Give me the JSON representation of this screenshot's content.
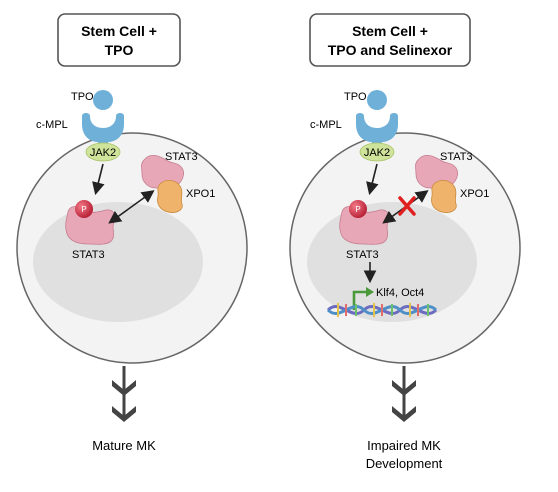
{
  "panels": {
    "left": {
      "header": [
        "Stem Cell +",
        "TPO"
      ],
      "tpo_label": "TPO",
      "receptor_label": "c-MPL",
      "jak2_label": "JAK2",
      "phospho_label": "P",
      "stat3_nucleus_label": "STAT3",
      "stat3_cyto_label": "STAT3",
      "xpo1_label": "XPO1",
      "outcome": [
        "Mature MK"
      ]
    },
    "right": {
      "header": [
        "Stem Cell +",
        "TPO and Selinexor"
      ],
      "tpo_label": "TPO",
      "receptor_label": "c-MPL",
      "jak2_label": "JAK2",
      "phospho_label": "P",
      "stat3_nucleus_label": "STAT3",
      "stat3_cyto_label": "STAT3",
      "xpo1_label": "XPO1",
      "gene_label": "Klf4, Oct4",
      "outcome": [
        "Impaired MK",
        "Development"
      ]
    }
  },
  "colors": {
    "cell_fill": "#f3f3f3",
    "nucleus_fill": "#e0e0e0",
    "receptor": "#6fb0d8",
    "jak2": "#cfe39a",
    "stat3": "#e8a7b7",
    "xpo1": "#f0b36c",
    "phospho": "#d8354a",
    "block_x": "#e02020"
  }
}
